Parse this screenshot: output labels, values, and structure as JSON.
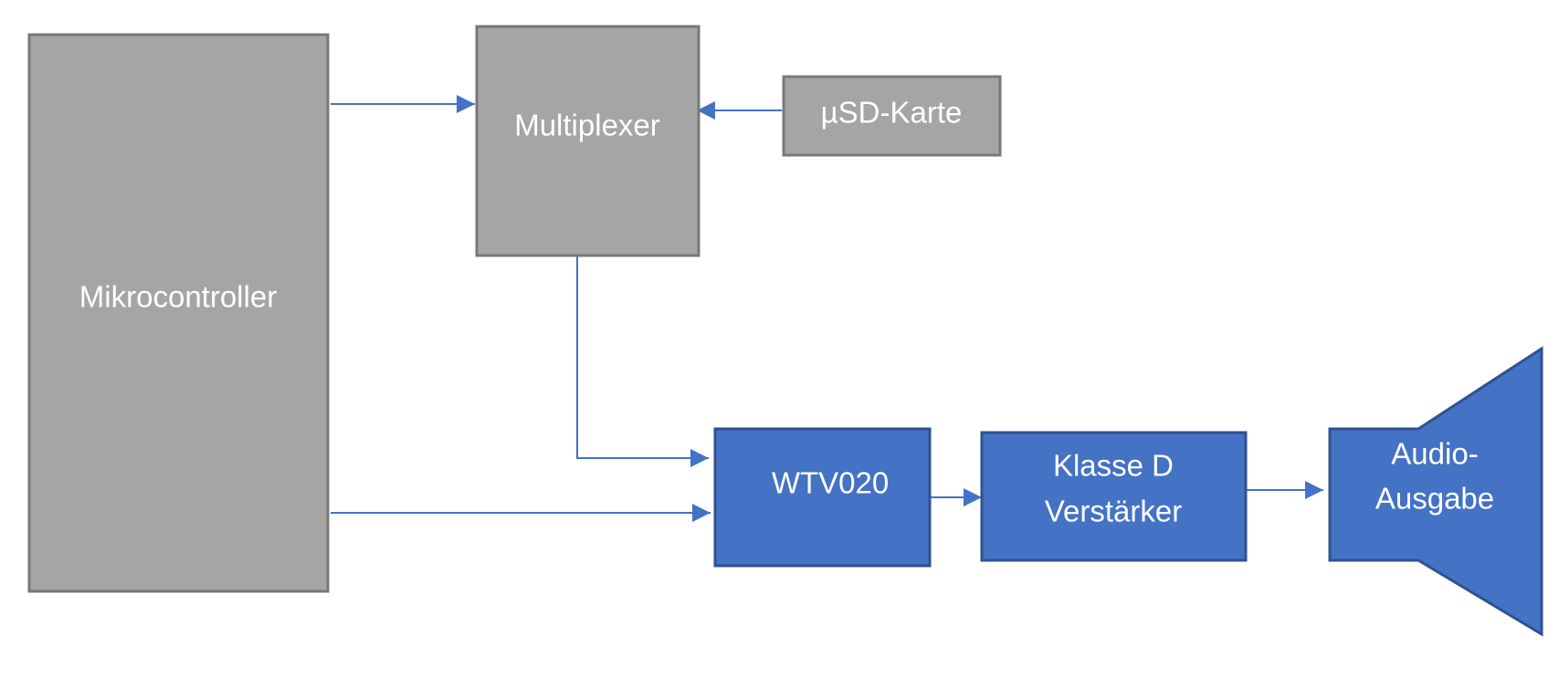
{
  "colors": {
    "gray_fill": "#a5a5a5",
    "gray_stroke": "#787878",
    "blue_fill": "#4472c4",
    "blue_stroke": "#2f528f",
    "connector": "#4472c4",
    "text": "#ffffff"
  },
  "blocks": {
    "mikrocontroller": "Mikrocontroller",
    "multiplexer": "Multiplexer",
    "usd_karte": "µSD-Karte",
    "wtv020": "WTV020",
    "verstaerker_line1": "Klasse D",
    "verstaerker_line2": "Verstärker",
    "audio_line1": "Audio-",
    "audio_line2": "Ausgabe"
  },
  "icons": {
    "audio_output": "speaker-icon"
  }
}
